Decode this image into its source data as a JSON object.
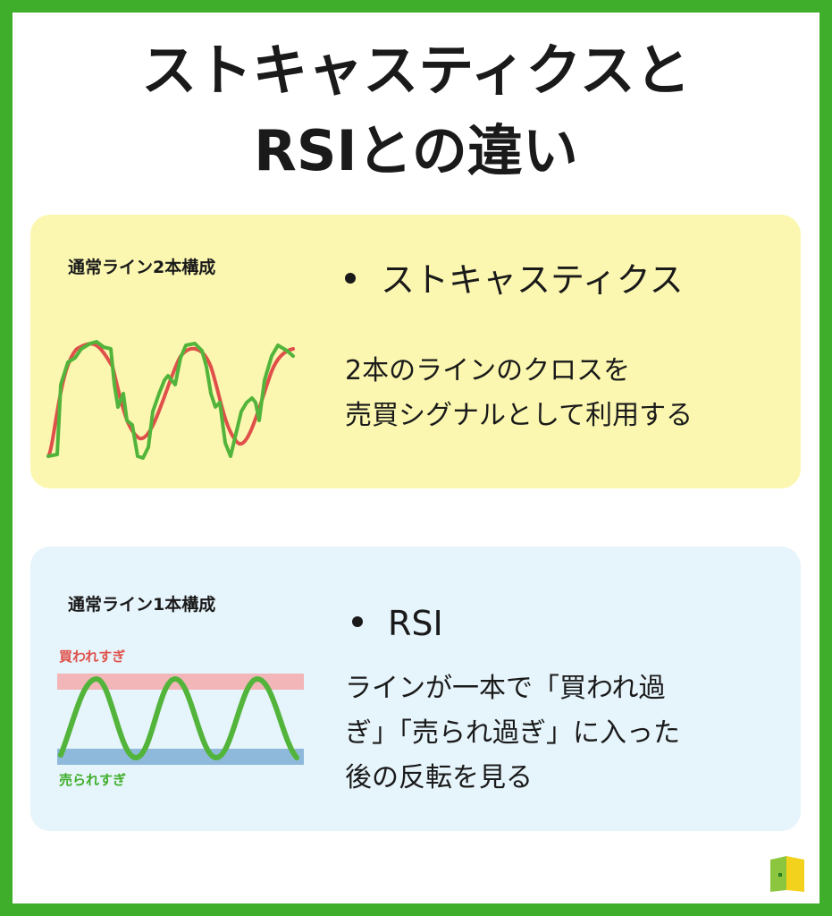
{
  "title": {
    "line1": "ストキャスティクスと",
    "line2": "RSIとの違い"
  },
  "stochastics": {
    "label": "通常ライン2本構成",
    "heading": "ストキャスティクス",
    "desc_line1": "2本のラインのクロスを",
    "desc_line2": "売買シグナルとして利用する"
  },
  "rsi": {
    "label": "通常ライン1本構成",
    "heading": "RSI",
    "overbought_label": "買われすぎ",
    "oversold_label": "売られすぎ",
    "desc_line1": "ラインが一本で「買われ過",
    "desc_line2": "ぎ」「売られ過ぎ」に入った",
    "desc_line3": "後の反転を見る"
  },
  "colors": {
    "frame": "#3fae2a",
    "green_line": "#52b43a",
    "red_line": "#e0504a",
    "overbought_band": "#f2b6b8",
    "oversold_band": "#8fb9da"
  },
  "icons": {
    "logo": "book-logo-icon"
  }
}
